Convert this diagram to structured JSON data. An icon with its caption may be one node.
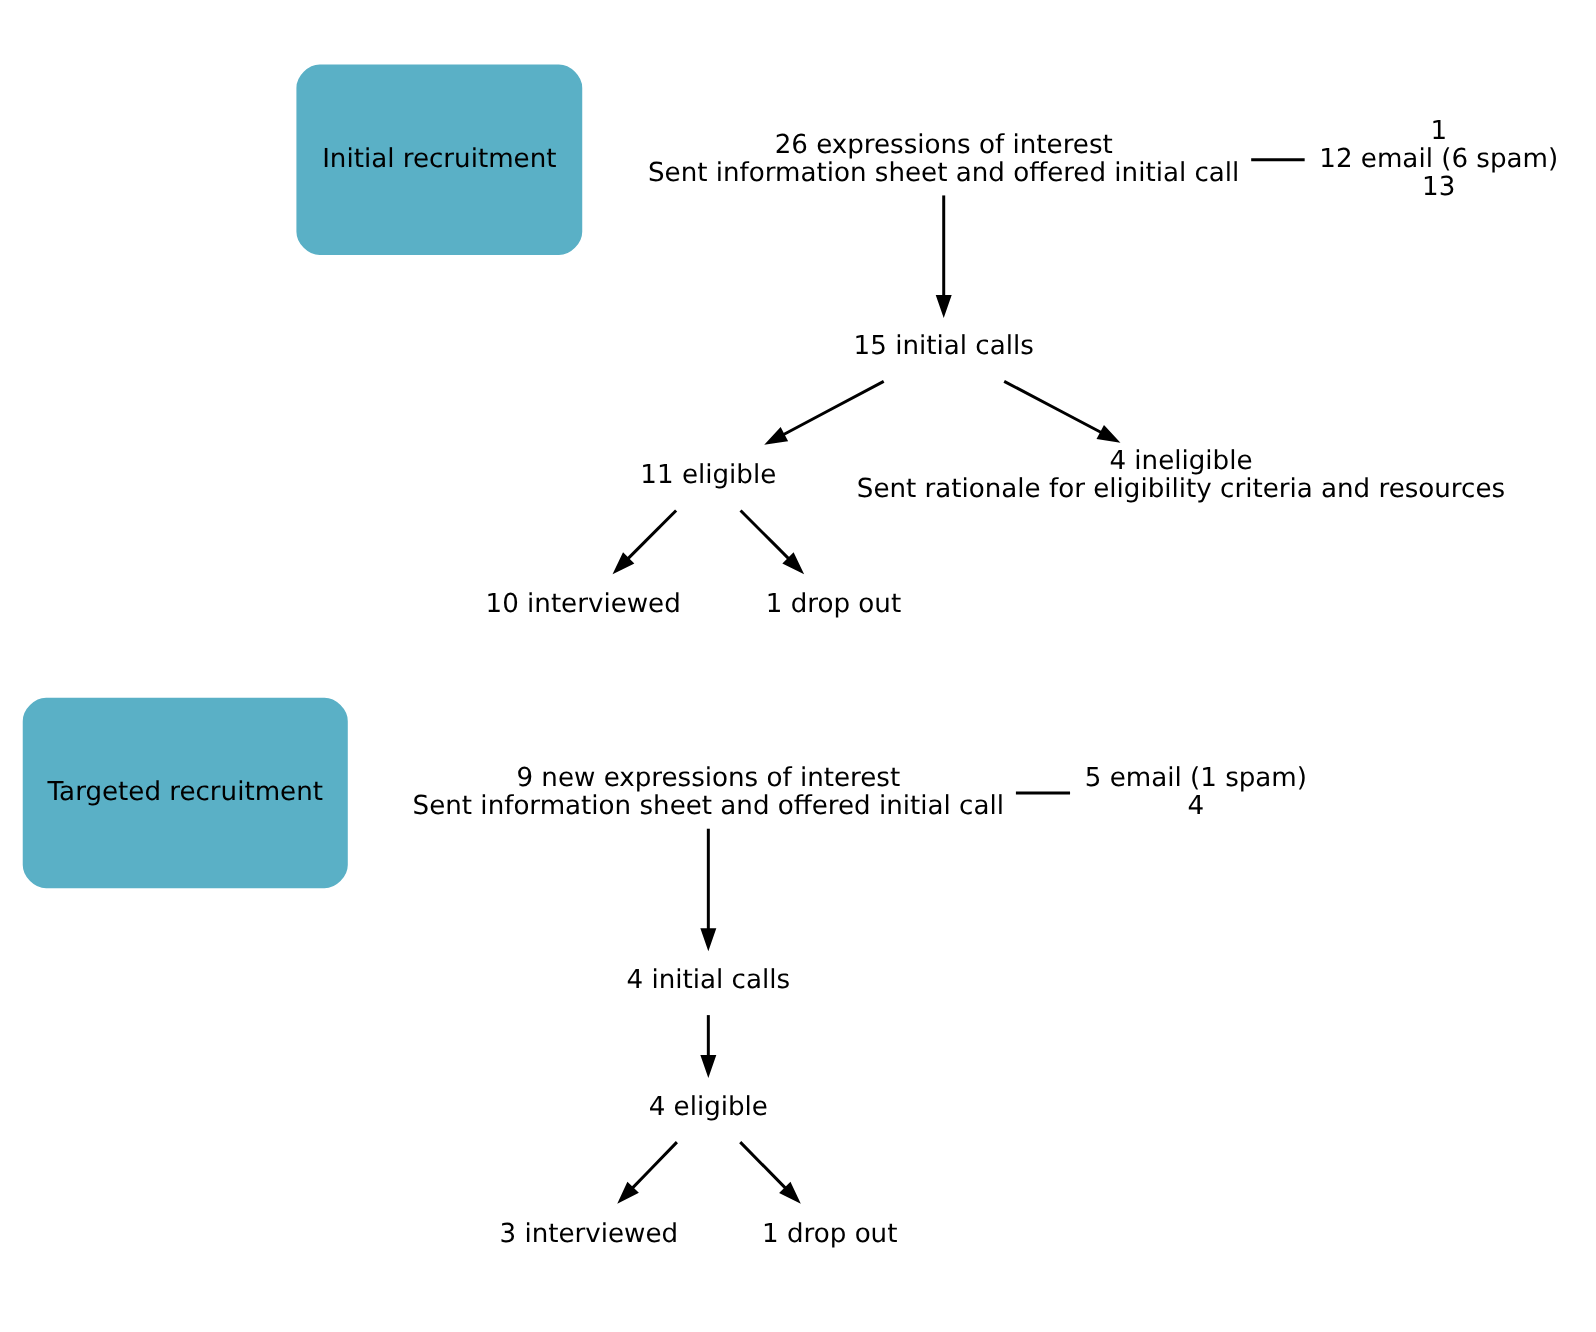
{
  "diagram": {
    "nodes": [
      {
        "text": [
          "Initial recruitment"
        ]
      },
      {
        "text": [
          "26 expressions of interest",
          "Sent information sheet and offered initial call"
        ]
      },
      {
        "text": [
          "1",
          "12 email (6 spam)",
          "13"
        ]
      },
      {
        "text": [
          "15 initial calls"
        ]
      },
      {
        "text": [
          "11 eligible"
        ]
      },
      {
        "text": [
          "4 ineligible",
          "Sent rationale for eligibility criteria and resources"
        ]
      },
      {
        "text": [
          "10 interviewed"
        ]
      },
      {
        "text": [
          "1 drop out"
        ]
      },
      {
        "text": [
          "Targeted recruitment"
        ]
      },
      {
        "text": [
          "9 new expressions of interest",
          "Sent information sheet and offered initial call"
        ]
      },
      {
        "text": [
          "5 email (1 spam)",
          "4"
        ]
      },
      {
        "text": [
          "4 initial calls"
        ]
      },
      {
        "text": [
          "4 eligible"
        ]
      },
      {
        "text": [
          "3 interviewed"
        ]
      },
      {
        "text": [
          "1 drop out"
        ]
      }
    ],
    "edges": [
      {
        "from": 1,
        "to": 2,
        "arrow": "none"
      },
      {
        "from": 1,
        "to": 3,
        "arrow": "to"
      },
      {
        "from": 3,
        "to": 4,
        "arrow": "to"
      },
      {
        "from": 3,
        "to": 5,
        "arrow": "to"
      },
      {
        "from": 4,
        "to": 6,
        "arrow": "to"
      },
      {
        "from": 4,
        "to": 7,
        "arrow": "to"
      },
      {
        "from": 9,
        "to": 10,
        "arrow": "none"
      },
      {
        "from": 9,
        "to": 11,
        "arrow": "to"
      },
      {
        "from": 11,
        "to": 12,
        "arrow": "to"
      },
      {
        "from": 12,
        "to": 13,
        "arrow": "to"
      },
      {
        "from": 12,
        "to": 14,
        "arrow": "to"
      }
    ]
  }
}
